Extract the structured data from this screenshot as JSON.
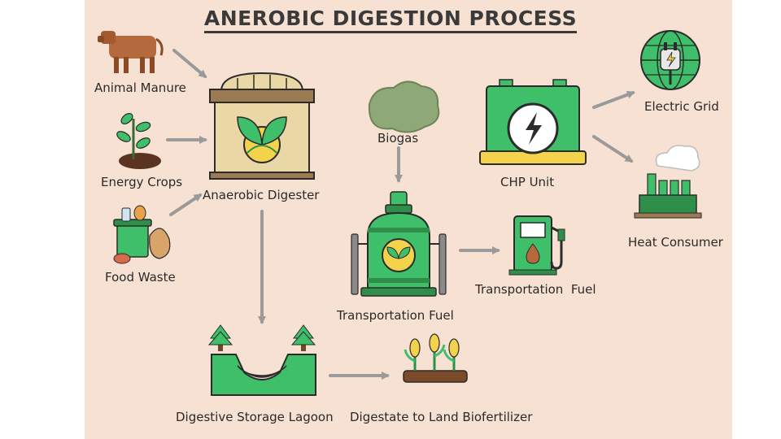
{
  "title": "ANEROBIC DIGESTION PROCESS",
  "nodes": {
    "animal_manure": "Animal Manure",
    "energy_crops": "Energy Crops",
    "food_waste": "Food Waste",
    "anaerobic_digester": "Anaerobic Digester",
    "biogas": "Biogas",
    "chp_unit": "CHP Unit",
    "electric_grid": "Electric Grid",
    "heat_consumer": "Heat Consumer",
    "transportation_fuel_tank": "Transportation Fuel",
    "transportation_fuel_pump": "Transportation  Fuel",
    "digestive_storage_lagoon": "Digestive Storage Lagoon",
    "digestate_biofertilizer": "Digestate to Land Biofertilizer"
  },
  "icons": {
    "animal_manure": "cow-icon",
    "energy_crops": "seedling-icon",
    "food_waste": "food-waste-bin-icon",
    "anaerobic_digester": "digester-tank-icon",
    "biogas": "gas-cloud-icon",
    "chp_unit": "lightning-battery-icon",
    "electric_grid": "globe-plug-icon",
    "heat_consumer": "factory-icon",
    "transportation_fuel_tank": "gas-cylinder-icon",
    "transportation_fuel_pump": "fuel-pump-icon",
    "digestive_storage_lagoon": "lagoon-icon",
    "digestate_biofertilizer": "corn-plants-icon"
  },
  "colors": {
    "background": "#f6e1d3",
    "green": "#3fbf6a",
    "dark_green": "#2f8f4a",
    "outline": "#2b2b2b",
    "arrow": "#9a9a9a",
    "tan": "#e9d7a6",
    "yellow": "#f2d34b"
  }
}
